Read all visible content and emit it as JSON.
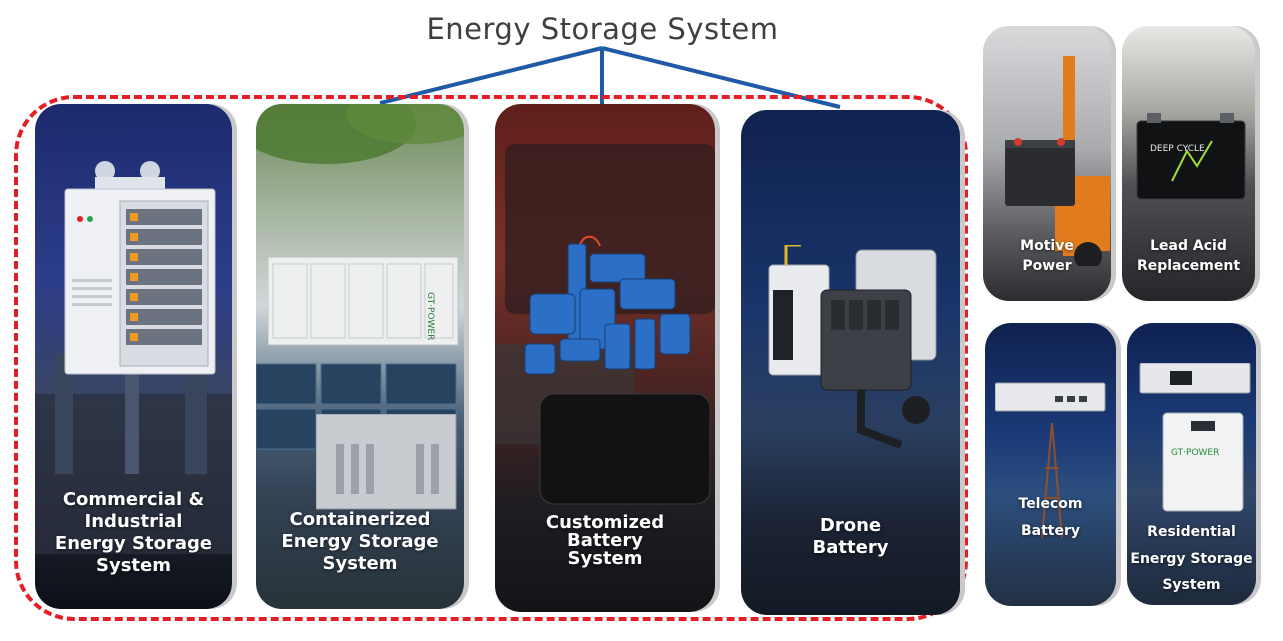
{
  "title": "Energy Storage System",
  "brand": "GT·POWER",
  "accent_color": "#e31e24",
  "connector_color": "#1f5aa6",
  "cards": {
    "ci": "Commercial &\nIndustrial\nEnergy Storage\nSystem",
    "container": "Containerized\nEnergy Storage\nSystem",
    "custom": "Customized\nBattery\nSystem",
    "drone": "Drone\nBattery",
    "motive": "Motive\nPower",
    "leadacid": "Lead Acid\nReplacement",
    "telecom": "Telecom\nBattery",
    "residential": "Residential\nEnergy Storage\nSystem"
  },
  "battery_label": "DEEP CYCLE"
}
